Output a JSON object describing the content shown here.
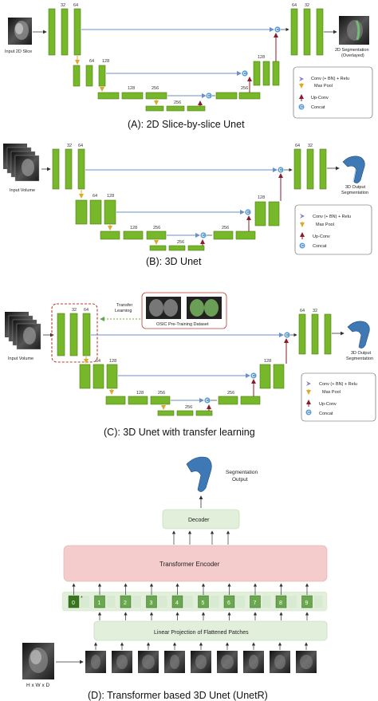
{
  "panelA": {
    "caption": "(A): 2D Slice-by-slice Unet",
    "input_label": "Input 2D Slice",
    "output_label_1": "2D Segmentation",
    "output_label_2": "(Overlayed)",
    "enc_l1_ch1": "32",
    "enc_l1_ch2": "64",
    "enc_l2_ch": "64",
    "enc_l2_ch2": "128",
    "enc_l3_ch": "128",
    "enc_l3_ch2": "256",
    "bottom_ch": "256",
    "dec_l3_ch": "256",
    "dec_l2_ch": "128",
    "dec_l1_ch1": "64",
    "dec_l1_ch2": "32",
    "concat_symbol": "C"
  },
  "panelB": {
    "caption": "(B): 3D Unet",
    "input_label": "Input Volume",
    "output_label_1": "3D Output",
    "output_label_2": "Segmentation",
    "enc_l1_ch1": "32",
    "enc_l1_ch2": "64",
    "enc_l2_ch": "64",
    "enc_l2_ch2": "128",
    "enc_l3_ch": "128",
    "enc_l3_ch2": "256",
    "bottom_ch": "256",
    "dec_l3_ch": "256",
    "dec_l2_ch": "128",
    "dec_l1_ch1": "64",
    "dec_l1_ch2": "32",
    "concat_symbol": "C"
  },
  "panelC": {
    "caption": "(C): 3D Unet with transfer learning",
    "input_label": "Input Volume",
    "output_label_1": "3D Output",
    "output_label_2": "Segmentation",
    "transfer_label_1": "Transfer",
    "transfer_label_2": "Learning",
    "pretrain_label": "OSIC Pre-Training Dataset",
    "enc_l1_ch1": "32",
    "enc_l1_ch2": "64",
    "enc_l2_ch": "64",
    "enc_l2_ch2": "128",
    "enc_l3_ch": "128",
    "enc_l3_ch2": "256",
    "bottom_ch": "256",
    "dec_l3_ch": "256",
    "dec_l2_ch": "128",
    "dec_l1_ch1": "64",
    "dec_l1_ch2": "32",
    "concat_symbol": "C"
  },
  "panelD": {
    "caption": "(D): Transformer based 3D Unet (UnetR)",
    "output_label_1": "Segmentation",
    "output_label_2": "Output",
    "decoder_label": "Decoder",
    "encoder_label": "Transformer Encoder",
    "projection_label": "Linear Projection of Flattened Patches",
    "input_dims": "H x W x D",
    "tokens": [
      "0",
      "1",
      "2",
      "3",
      "4",
      "5",
      "6",
      "7",
      "8",
      "9"
    ],
    "cls_marker": "*"
  },
  "legend": {
    "conv": "Conv (+ BN) + Relu",
    "maxpool": "Max Pool",
    "upconv": "Up-Conv",
    "concat": "Concat",
    "concat_symbol": "C"
  },
  "colors": {
    "block_green": "#76b82a",
    "block_border": "#4e7d16",
    "skip_arrow": "#6c8fc7",
    "pool_arrow": "#e0a826",
    "up_arrow": "#8b1a2b",
    "concat_fill": "#5b9bd5",
    "encoder_fill": "#f4cccc",
    "decoder_fill": "#e2efda",
    "dashed_red": "#c0392b"
  }
}
